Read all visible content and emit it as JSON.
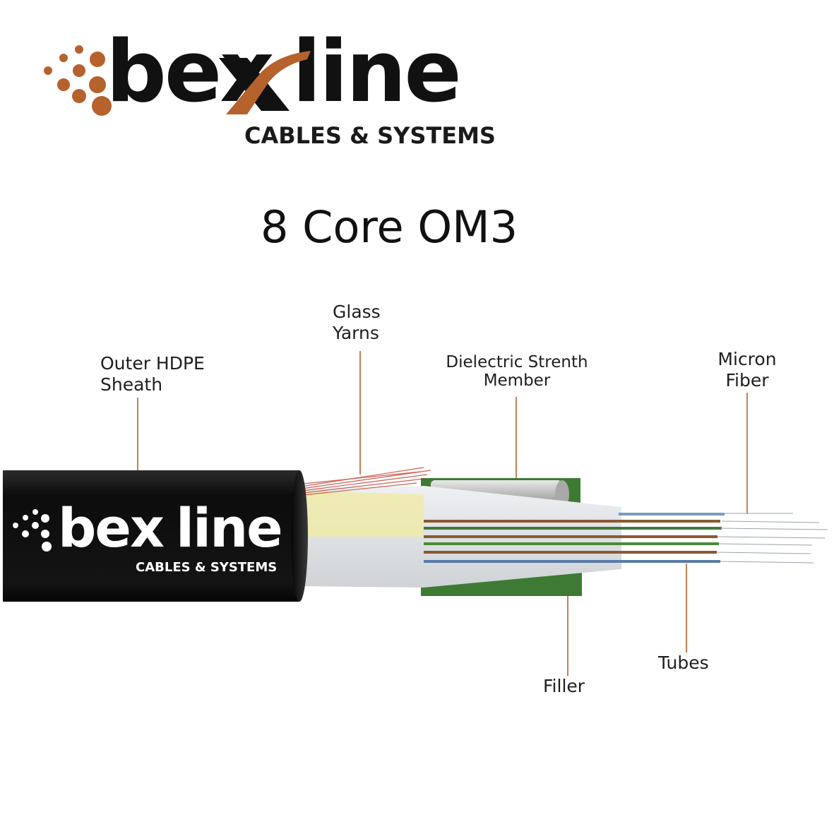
{
  "brand": {
    "wordmark_left": "bex",
    "wordmark_right": "line",
    "tagline": "CABLES & SYSTEMS",
    "accent_color": "#b5622d",
    "ink_color": "#111111"
  },
  "title": "8 Core OM3",
  "labels": {
    "outer_sheath": [
      "Outer HDPE",
      "Sheath"
    ],
    "glass_yarns": [
      "Glass",
      "Yarns"
    ],
    "strength_member": [
      "Dielectric Strenth",
      "Member"
    ],
    "micron_fiber": [
      "Micron",
      "Fiber"
    ],
    "tubes": [
      "Tubes"
    ],
    "filler": [
      "Filler"
    ]
  },
  "jacket_print": {
    "wordmark_left": "bex",
    "wordmark_right": "line",
    "tagline": "CABLES & SYSTEMS"
  },
  "colors": {
    "leader_line": "#b5622d",
    "jacket": "#141414",
    "filler": "#3f7a36",
    "glass_yarn": "#c0392b"
  }
}
